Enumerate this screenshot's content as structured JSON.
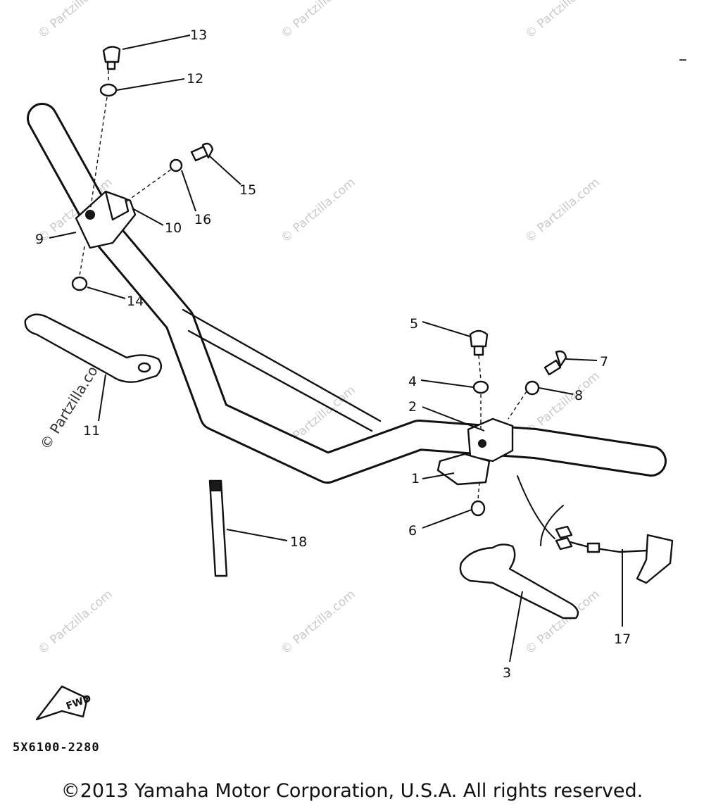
{
  "watermark": "© Partzilla.com",
  "callouts": [
    "1",
    "2",
    "3",
    "4",
    "5",
    "6",
    "7",
    "8",
    "9",
    "10",
    "11",
    "12",
    "13",
    "14",
    "15",
    "16",
    "17",
    "18"
  ],
  "fwd_label": "FWD",
  "page_mark": "–",
  "doc_code": "5X6100-2280",
  "copyright": "©2013 Yamaha Motor Corporation, U.S.A. All rights reserved."
}
